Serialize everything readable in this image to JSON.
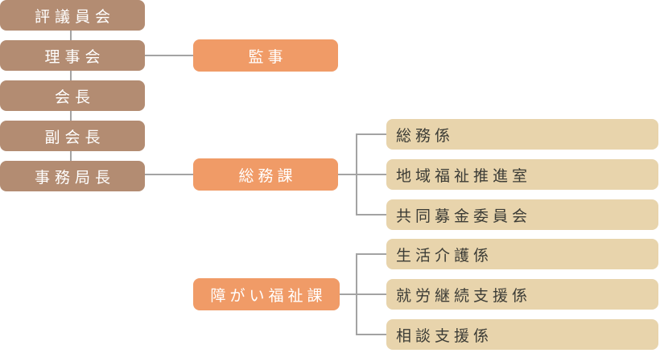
{
  "org_chart": {
    "governance": [
      {
        "label": "評議員会"
      },
      {
        "label": "理事会"
      },
      {
        "label": "会長"
      },
      {
        "label": "副会長"
      },
      {
        "label": "事務局長"
      }
    ],
    "auditor": {
      "label": "監事"
    },
    "divisions": [
      {
        "label": "総務課",
        "sections": [
          {
            "label": "総務係"
          },
          {
            "label": "地域福祉推進室"
          },
          {
            "label": "共同募金委員会"
          }
        ]
      },
      {
        "label": "障がい福祉課",
        "sections": [
          {
            "label": "生活介護係"
          },
          {
            "label": "就労継続支援係"
          },
          {
            "label": "相談支援係"
          }
        ]
      }
    ],
    "colors": {
      "governance_box": "#b38c72",
      "division_box": "#f09b67",
      "section_box": "#e8d4ac",
      "connector": "#a3a3a3",
      "light_text": "#ffffff",
      "dark_text": "#3c3c36",
      "background": "#ffffff"
    }
  }
}
